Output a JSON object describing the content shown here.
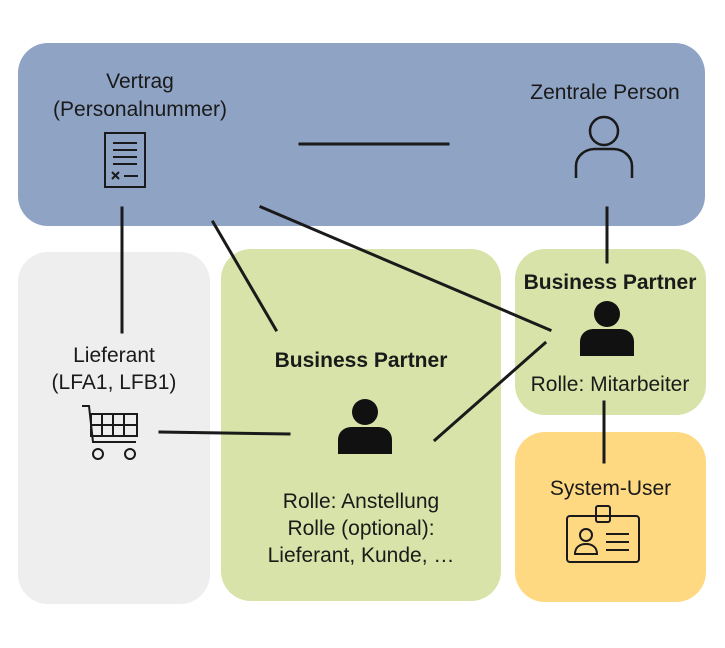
{
  "contract": {
    "title": "Vertrag",
    "subtitle": "(Personalnummer)",
    "icon": "contract-document-icon"
  },
  "central_person": {
    "label": "Zentrale Person",
    "icon": "person-outline-icon"
  },
  "supplier": {
    "title": "Lieferant",
    "tables": "(LFA1, LFB1)",
    "icon": "shopping-cart-icon"
  },
  "business_partner_main": {
    "title": "Business Partner",
    "role_line1": "Rolle: Anstellung",
    "role_line2": "Rolle (optional):",
    "role_line3": "Lieferant, Kunde, …",
    "icon": "person-filled-icon"
  },
  "business_partner_employee": {
    "title": "Business Partner",
    "role": "Rolle: Mitarbeiter",
    "icon": "person-filled-icon"
  },
  "system_user": {
    "label": "System-User",
    "icon": "id-badge-icon"
  },
  "colors": {
    "top_box": "#8fa3c5",
    "supplier_box": "#eeeeee",
    "business_partner_box": "#d7e3a8",
    "system_user_box": "#ffd982",
    "lines": "#1a1a1a"
  }
}
